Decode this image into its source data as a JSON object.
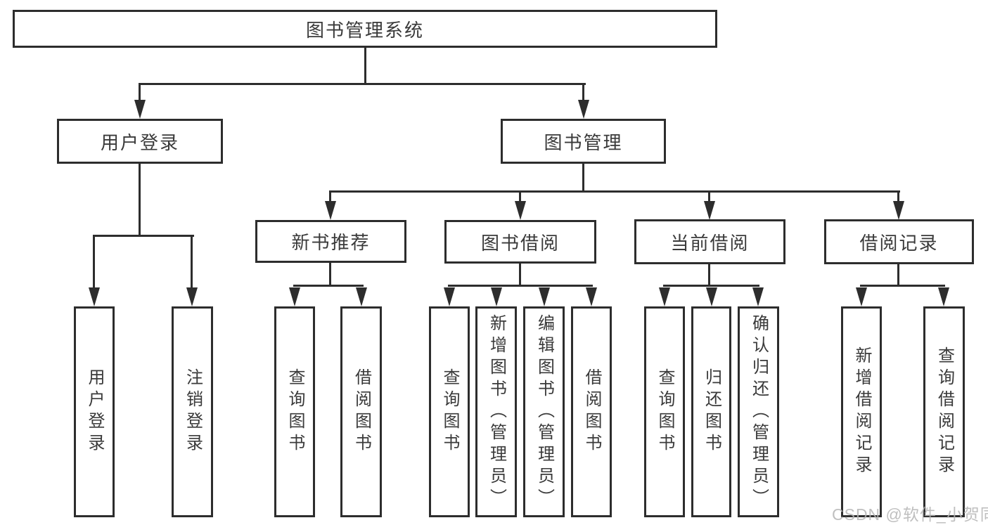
{
  "diagram_type": "hierarchy-tree",
  "tree": {
    "root": {
      "label": "图书管理系统",
      "children": [
        {
          "label": "用户登录",
          "children": [
            {
              "label": "用户登录"
            },
            {
              "label": "注销登录"
            }
          ]
        },
        {
          "label": "图书管理",
          "children": [
            {
              "label": "新书推荐",
              "children": [
                {
                  "label": "查询图书"
                },
                {
                  "label": "借阅图书"
                }
              ]
            },
            {
              "label": "图书借阅",
              "children": [
                {
                  "label": "查询图书"
                },
                {
                  "label": "新增图书（管理员）"
                },
                {
                  "label": "编辑图书（管理员）"
                },
                {
                  "label": "借阅图书"
                }
              ]
            },
            {
              "label": "当前借阅",
              "children": [
                {
                  "label": "查询图书"
                },
                {
                  "label": "归还图书"
                },
                {
                  "label": "确认归还（管理员）"
                }
              ]
            },
            {
              "label": "借阅记录",
              "children": [
                {
                  "label": "新增借阅记录"
                },
                {
                  "label": "查询借阅记录"
                }
              ]
            }
          ]
        }
      ]
    }
  },
  "watermark": "CSDN @软件_小贺同学",
  "colors": {
    "line": "#2d2d2d",
    "text": "#3a3a3a",
    "box_fill": "#ffffff",
    "watermark": "#b5b5b5",
    "background": "#ffffff"
  }
}
